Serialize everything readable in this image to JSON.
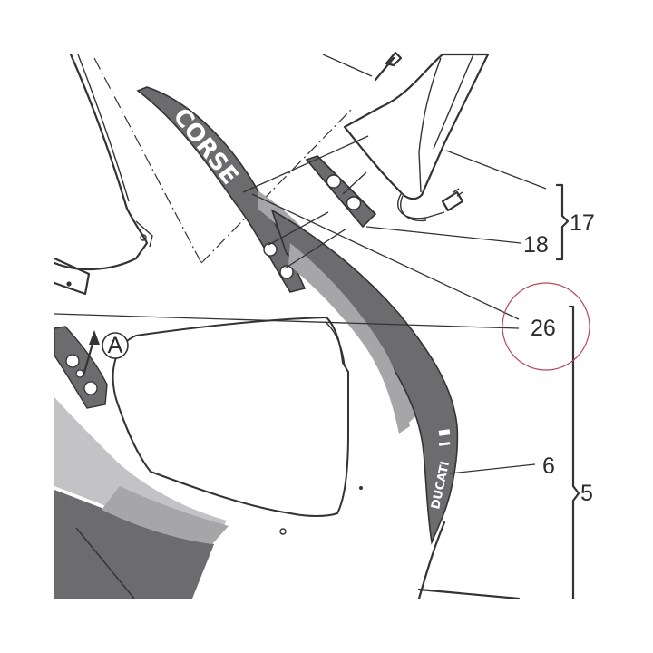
{
  "diagram": {
    "callouts": {
      "ref_17": "17",
      "ref_18": "18",
      "ref_26": "26",
      "ref_5": "5",
      "ref_6": "6",
      "ref_a": "A"
    },
    "decal_texts": {
      "corse": "CORSE",
      "ducati": "DUCATI"
    },
    "colors": {
      "dark_grey": "#6c6c6e",
      "mid_grey": "#a6a6a8",
      "light_grey": "#c3c3c5",
      "line": "#333333",
      "highlight_circle": "#b7485a"
    }
  }
}
